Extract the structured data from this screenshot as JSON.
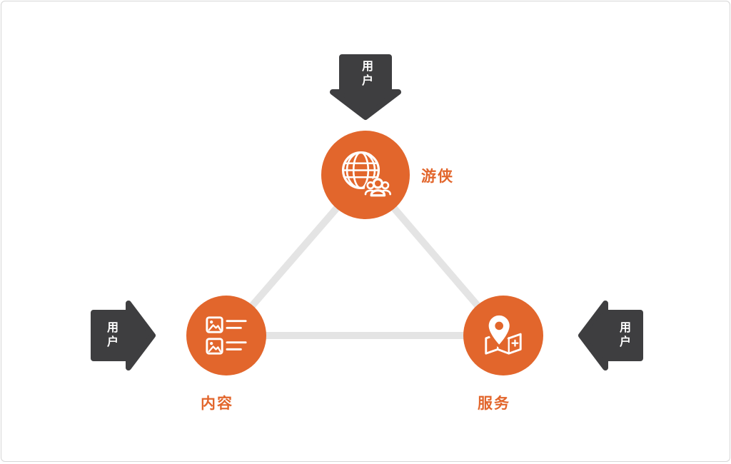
{
  "colors": {
    "accent": "#e2662c",
    "arrow_fill": "#3e3e40",
    "connector": "#e4e4e4",
    "slide_border": "#d6d6d6"
  },
  "nodes": [
    {
      "id": "top",
      "label": "游侠",
      "icon": "globe-users-icon"
    },
    {
      "id": "left",
      "label": "内容",
      "icon": "content-list-icon"
    },
    {
      "id": "right",
      "label": "服务",
      "icon": "map-pin-icon"
    }
  ],
  "arrows": [
    {
      "id": "top",
      "label": "用户",
      "direction": "down"
    },
    {
      "id": "left",
      "label": "用户",
      "direction": "right"
    },
    {
      "id": "right",
      "label": "用户",
      "direction": "left"
    }
  ]
}
